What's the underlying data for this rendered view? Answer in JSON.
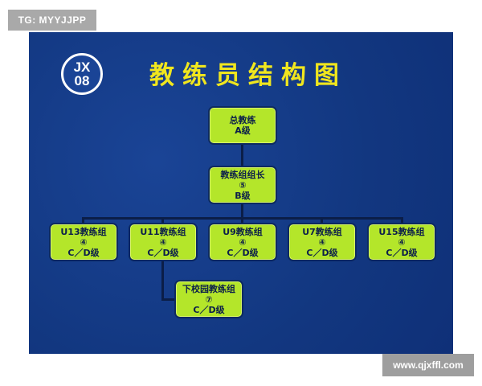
{
  "tag": "TG: MYYJJPP",
  "watermark": "www.qjxffl.com",
  "logo": {
    "top": "JX",
    "bottom": "08"
  },
  "title": "教练员结构图",
  "nodes": {
    "head": {
      "title": "总教练",
      "grade": "A级"
    },
    "group_leader": {
      "title": "教练组组长",
      "num": "⑤",
      "grade": "B级"
    },
    "u13": {
      "title": "U13教练组",
      "num": "④",
      "grade": "C／D级"
    },
    "u11": {
      "title": "U11教练组",
      "num": "④",
      "grade": "C／D级"
    },
    "u9": {
      "title": "U9教练组",
      "num": "④",
      "grade": "C／D级"
    },
    "u7": {
      "title": "U7教练组",
      "num": "④",
      "grade": "C／D级"
    },
    "u15": {
      "title": "U15教练组",
      "num": "④",
      "grade": "C／D级"
    },
    "campus": {
      "title": "下校园教练组",
      "num": "⑦",
      "grade": "C／D级"
    }
  },
  "colors": {
    "panel": "#133b86",
    "title": "#f0e61e",
    "box": "#b4e62a",
    "connector": "#0b1e48"
  }
}
